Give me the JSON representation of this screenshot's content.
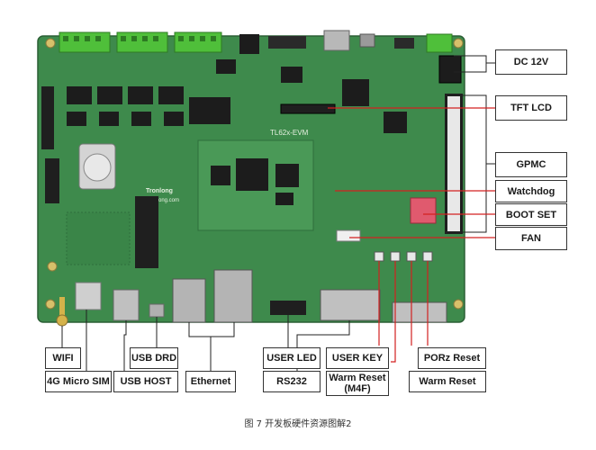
{
  "colors": {
    "board": "#3e8a4c",
    "board_dark": "#2f6e3b",
    "leader_red": "#d32020",
    "leader_dark": "#222222",
    "terminal_green": "#4fbf3a",
    "chip": "#1c1c1c",
    "metal": "#c9c9c9"
  },
  "board": {
    "silk_model": "TL62x-EVM",
    "silk_brand": "Tronlong",
    "silk_url": "www.tronlong.com"
  },
  "labels": {
    "dc12v": "DC 12V",
    "tft_lcd": "TFT LCD",
    "gpmc": "GPMC",
    "watchdog": "Watchdog",
    "boot_set": "BOOT SET",
    "fan": "FAN",
    "wifi": "WIFI",
    "micro_sim": "4G Micro SIM",
    "usb_drd": "USB DRD",
    "usb_host": "USB HOST",
    "ethernet": "Ethernet",
    "user_led": "USER LED",
    "rs232": "RS232",
    "user_key": "USER KEY",
    "warm_reset_m4f_line1": "Warm Reset",
    "warm_reset_m4f_line2": "(M4F)",
    "porz_reset": "PORz Reset",
    "warm_reset": "Warm Reset"
  },
  "caption": "图 7 开发板硬件资源图解2"
}
